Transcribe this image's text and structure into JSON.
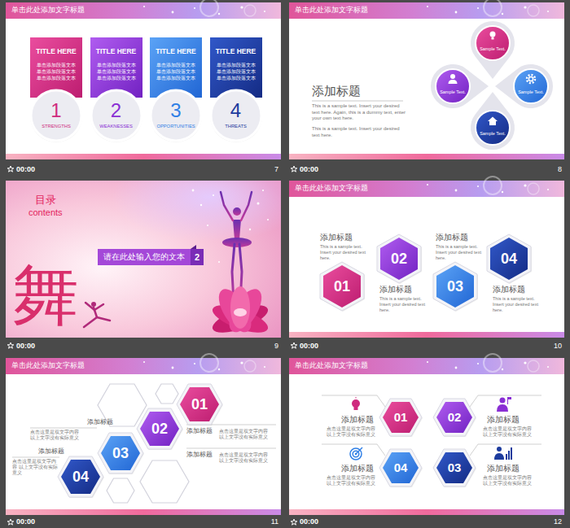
{
  "diagram": {
    "nodes": [
      {
        "text": [
          "单击此处添加文字标题"
        ]
      },
      {
        "text": [
          "TITLE HERE",
          "单击添加段落文本 单击添加段落文本 单击添加段落文本",
          "1",
          "STRENGTHS"
        ],
        "in": 0
      },
      {
        "text": [
          "TITLE HERE",
          "单击添加段落文本 单击添加段落文本 单击添加段落文本",
          "2",
          "WEAKNESSES"
        ],
        "in": 0
      },
      {
        "text": [
          "TITLE HERE",
          "单击添加段落文本 单击添加段落文本 单击添加段落文本",
          "3",
          "OPPORTUNITIES"
        ],
        "in": 0
      },
      {
        "text": [
          "TITLE HERE",
          "单击添加段落文本 单击添加段落文本 单击添加段落文本",
          "4",
          "THREATS"
        ],
        "in": 0
      },
      {
        "text": [
          "单击此处添加文字标题",
          "添加标题",
          "This is a sample text. Insert your desired text here. Again, this is a dummy text, enter your own text here.",
          "This is a sample text. Insert your desired text here."
        ]
      },
      {
        "text": [
          "Sample Text."
        ],
        "in": 5
      },
      {
        "text": [
          "Sample Text."
        ],
        "in": 5
      },
      {
        "text": [
          "Sample Text."
        ],
        "in": 5
      },
      {
        "text": [
          "Sample Text."
        ],
        "in": 5
      },
      {
        "text": [
          "目录",
          "contents",
          "舞"
        ]
      },
      {
        "text": [
          "请在此处输入您的文本",
          "2"
        ],
        "in": 10
      },
      {
        "text": [
          "单击此处添加文字标题",
          "添加标题",
          "This is a sample text. Insert your desired text here.",
          "添加标题",
          "This is a sample text. Insert your desired text here.",
          "添加标题",
          "This is a sample text. Insert your desired text here.",
          "添加标题",
          "This is a sample text. Insert your desired text here."
        ]
      },
      {
        "text": [
          "01"
        ],
        "in": 12
      },
      {
        "text": [
          "02"
        ],
        "in": 12
      },
      {
        "text": [
          "03"
        ],
        "in": 12
      },
      {
        "text": [
          "04"
        ],
        "in": 12
      },
      {
        "text": [
          "单击此处添加文字标题",
          "添加标题",
          "点击这里是双文字内容 以上文字没有实际意义",
          "添加标题",
          "点击这里是双文字内容 以上文字没有实际意义",
          "添加标题",
          "点击这里是双文字内容 以上文字没有实际意义",
          "添加标题",
          "点击这里是双文字内容 以上文字没有实际意义"
        ]
      },
      {
        "text": [
          "01"
        ],
        "in": 17
      },
      {
        "text": [
          "02"
        ],
        "in": 17
      },
      {
        "text": [
          "03"
        ],
        "in": 17
      },
      {
        "text": [
          "04"
        ],
        "in": 17
      },
      {
        "text": [
          "单击此处添加文字标题",
          "添加标题",
          "点击这里是双文字内容 以上文字没有实际意义",
          "添加标题",
          "点击这里是双文字内容 以上文字没有实际意义",
          "添加标题",
          "点击这里是双文字内容 以上文字没有实际意义",
          "添加标题",
          "点击这里是双文字内容 以上文字没有实际意义"
        ]
      },
      {
        "text": [
          "01"
        ],
        "in": 22
      },
      {
        "text": [
          "02"
        ],
        "in": 22
      },
      {
        "text": [
          "04"
        ],
        "in": 22
      },
      {
        "text": [
          "03"
        ],
        "in": 22
      }
    ],
    "labels": [
      "00:00",
      "7",
      "00:00",
      "8",
      "00:00",
      "9",
      "00:00",
      "10",
      "00:00",
      "11",
      "00:00",
      "12"
    ]
  }
}
